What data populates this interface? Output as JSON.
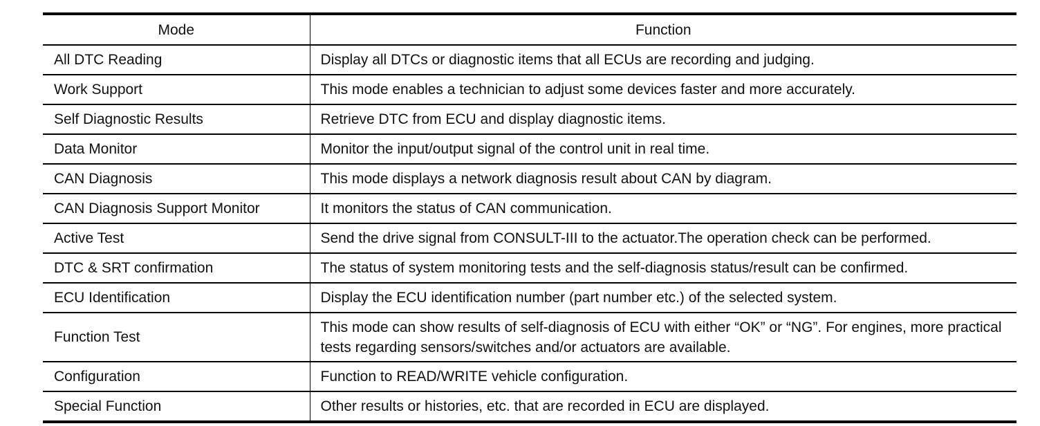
{
  "table": {
    "headers": {
      "mode": "Mode",
      "function": "Function"
    },
    "rows": [
      {
        "mode": "All DTC Reading",
        "function": "Display all DTCs or diagnostic items that all ECUs are recording and judging."
      },
      {
        "mode": "Work Support",
        "function": "This mode enables a technician to adjust some devices faster and more accurately."
      },
      {
        "mode": "Self Diagnostic Results",
        "function": "Retrieve DTC from ECU and display diagnostic items."
      },
      {
        "mode": "Data Monitor",
        "function": "Monitor the input/output signal of the control unit in real time."
      },
      {
        "mode": "CAN Diagnosis",
        "function": "This mode displays a network diagnosis result about CAN by diagram."
      },
      {
        "mode": "CAN Diagnosis Support Monitor",
        "function": "It monitors the status of CAN communication."
      },
      {
        "mode": "Active Test",
        "function": "Send the drive signal from CONSULT-III to the actuator.The operation check can be performed."
      },
      {
        "mode": "DTC & SRT confirmation",
        "function": "The status of system monitoring tests and the self-diagnosis status/result can be confirmed."
      },
      {
        "mode": "ECU Identification",
        "function": "Display the ECU identification number (part number etc.) of the selected system."
      },
      {
        "mode": "Function Test",
        "function": "This mode can show results of self-diagnosis of ECU with either “OK” or “NG”. For engines, more practical tests regarding sensors/switches and/or actuators are available."
      },
      {
        "mode": "Configuration",
        "function": "Function to READ/WRITE vehicle configuration."
      },
      {
        "mode": "Special Function",
        "function": "Other results or histories, etc. that are recorded in ECU are displayed."
      }
    ]
  }
}
